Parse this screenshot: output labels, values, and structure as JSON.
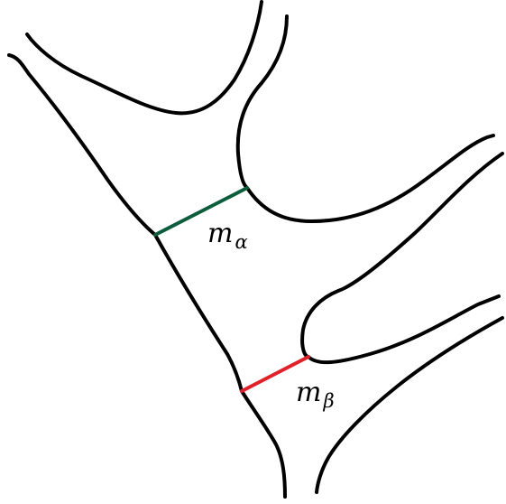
{
  "labels": {
    "alpha": {
      "base": "m",
      "sub": "α"
    },
    "beta": {
      "base": "m",
      "sub": "β"
    }
  },
  "colors": {
    "outline": "#000000",
    "alpha_segment": "#0b5d3b",
    "beta_segment": "#e0202a",
    "background": "#ffffff"
  }
}
